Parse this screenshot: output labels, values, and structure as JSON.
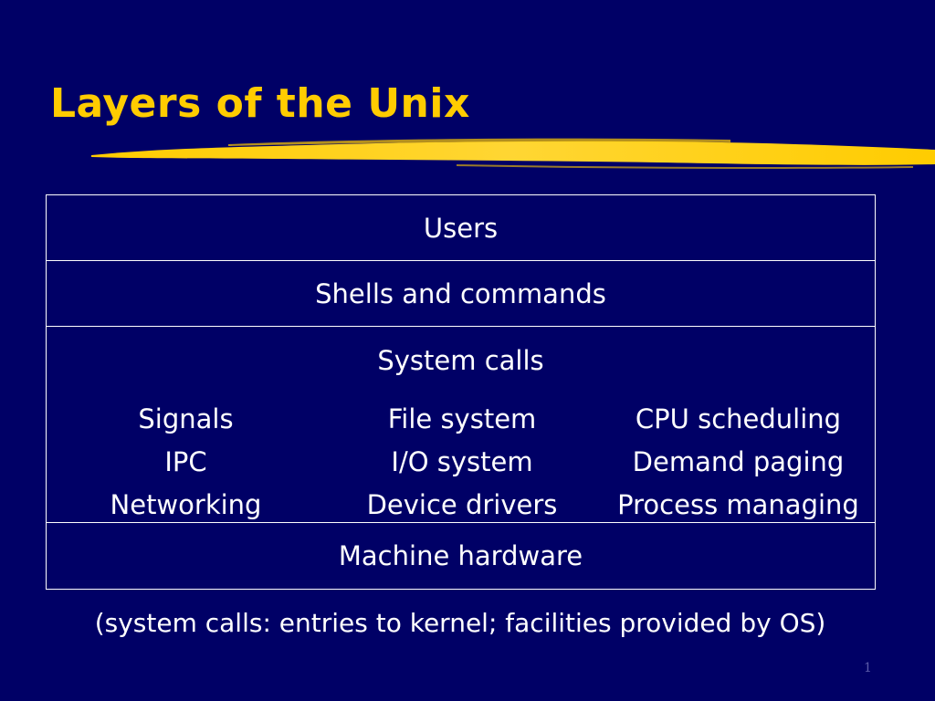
{
  "slide": {
    "title": "Layers of the Unix",
    "accent_color": "#ffcc00",
    "background_color": "#000066",
    "page_number": "1"
  },
  "table": {
    "rows": [
      {
        "label": "Users"
      },
      {
        "label": "Shells and commands"
      },
      {
        "label": "System calls",
        "columns": [
          [
            "Signals",
            "IPC",
            "Networking"
          ],
          [
            "File system",
            "I/O system",
            "Device drivers"
          ],
          [
            "CPU scheduling",
            "Demand paging",
            "Process managing"
          ]
        ]
      },
      {
        "label": "Machine hardware"
      }
    ]
  },
  "footnote": "(system calls: entries to kernel; facilities provided by OS)"
}
